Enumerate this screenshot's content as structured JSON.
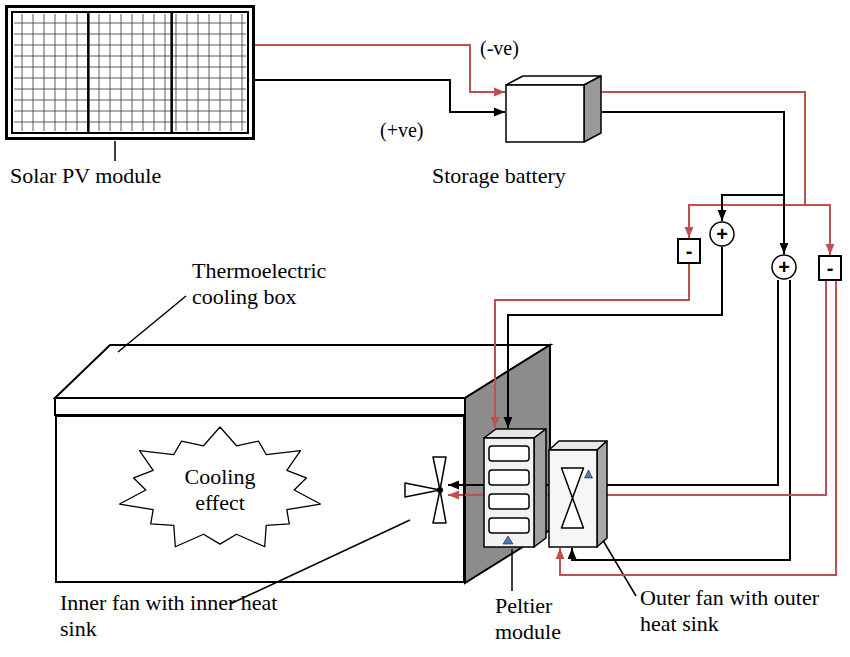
{
  "diagram": {
    "nodes": [
      {
        "text": [
          "Solar PV module"
        ]
      },
      {
        "text": [
          "Storage battery"
        ]
      },
      {
        "text": [
          "-"
        ]
      },
      {
        "text": [
          "+"
        ]
      },
      {
        "text": [
          "+"
        ]
      },
      {
        "text": [
          "-"
        ]
      },
      {
        "text": [
          "Thermoelectric cooling box"
        ]
      },
      {
        "text": [
          "Cooling effect"
        ],
        "in": 6
      },
      {
        "text": [
          "Peltier module"
        ]
      },
      {
        "text": [
          "Inner fan with inner heat sink"
        ]
      },
      {
        "text": [
          "Outer fan with outer heat sink"
        ]
      }
    ],
    "edges": [
      {
        "from": 0,
        "to": 1,
        "label": "(-ve)",
        "arrow": "to"
      },
      {
        "from": 0,
        "to": 1,
        "label": "(+ve)",
        "arrow": "to"
      },
      {
        "from": 1,
        "to": 2,
        "arrow": "to"
      },
      {
        "from": 1,
        "to": 3,
        "arrow": "to"
      },
      {
        "from": 1,
        "to": 4,
        "arrow": "to"
      },
      {
        "from": 1,
        "to": 5,
        "arrow": "to"
      },
      {
        "from": 2,
        "to": 8,
        "arrow": "to"
      },
      {
        "from": 3,
        "to": 8,
        "arrow": "to"
      },
      {
        "from": 4,
        "to": 9,
        "arrow": "to"
      },
      {
        "from": 4,
        "to": 10,
        "arrow": "to"
      },
      {
        "from": 5,
        "to": 9,
        "arrow": "to"
      },
      {
        "from": 5,
        "to": 10,
        "arrow": "to"
      }
    ]
  }
}
